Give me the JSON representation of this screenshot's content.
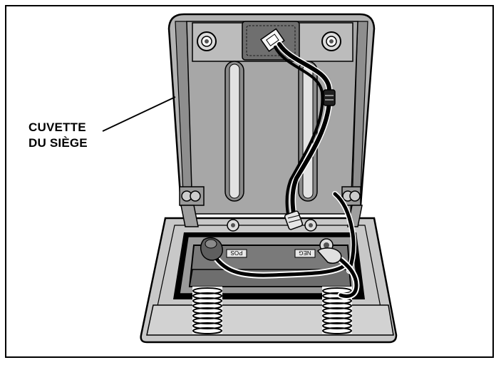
{
  "callout": {
    "line1": "CUVETTE",
    "line2": "DU SIÈGE"
  },
  "battery_labels": {
    "positive": "POS",
    "negative": "NEG"
  },
  "colors": {
    "outline": "#000000",
    "panel_fill": "#b3b3b3",
    "panel_dark": "#8e8e8e",
    "tray_fill": "#c8c8c8",
    "battery_fill": "#7a7a7a",
    "background": "#ffffff"
  }
}
